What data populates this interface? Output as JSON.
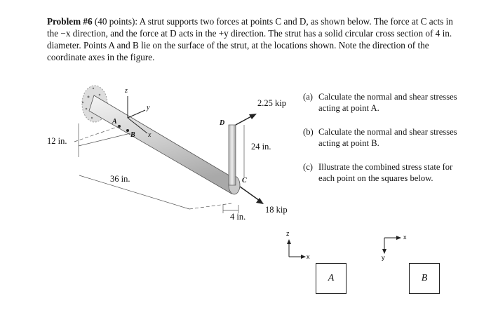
{
  "problem": {
    "heading": "Problem #6",
    "text": " (40 points): A strut supports two forces at points C and D, as shown below. The force at C acts in the −x direction, and the force at D acts in the +y direction. The strut has a solid circular cross section of 4 in. diameter. Points A and B lie on the surface of the strut, at the locations shown. Note the direction of the coordinate axes in the figure."
  },
  "figure": {
    "load_d": "2.25 kip",
    "load_c": "18 kip",
    "dim_24": "24 in.",
    "dim_12": "12 in.",
    "dim_36": "36 in.",
    "dim_4": "4 in.",
    "point_a": "A",
    "point_b": "B",
    "point_c": "C",
    "point_d": "D",
    "axis_x": "x",
    "axis_y": "y",
    "axis_z": "z"
  },
  "questions": [
    {
      "tag": "(a)",
      "text": "Calculate the normal and shear stresses acting at point A."
    },
    {
      "tag": "(b)",
      "text": "Calculate the normal and shear stresses acting at point B."
    },
    {
      "tag": "(c)",
      "text": "Illustrate the combined stress state for each point on the squares below."
    }
  ],
  "squares": {
    "a_label": "A",
    "b_label": "B",
    "a_axes": {
      "vertical": "z",
      "horizontal": "x"
    },
    "b_axes": {
      "vertical": "y",
      "horizontal": "x"
    }
  }
}
